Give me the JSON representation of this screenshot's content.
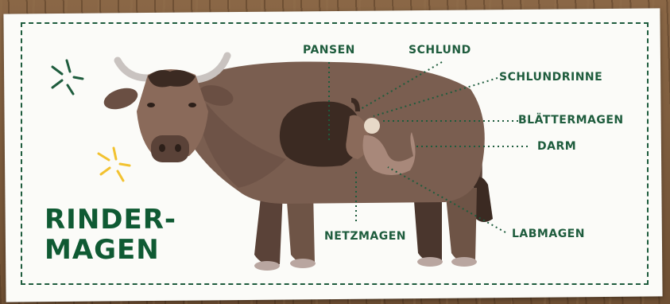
{
  "title": {
    "line1": "RINDER-",
    "line2": "MAGEN"
  },
  "labels": {
    "pansen": "PANSEN",
    "schlund": "SCHLUND",
    "schlundrinne": "SCHLUNDRINNE",
    "blaettermagen": "BLÄTTERMAGEN",
    "darm": "DARM",
    "netzmagen": "NETZMAGEN",
    "labmagen": "LABMAGEN"
  },
  "colors": {
    "accent_green": "#1e5c3d",
    "spark_yellow": "#f2c230",
    "cow_body": "#7a5e50",
    "cow_dark": "#3b2a22"
  }
}
